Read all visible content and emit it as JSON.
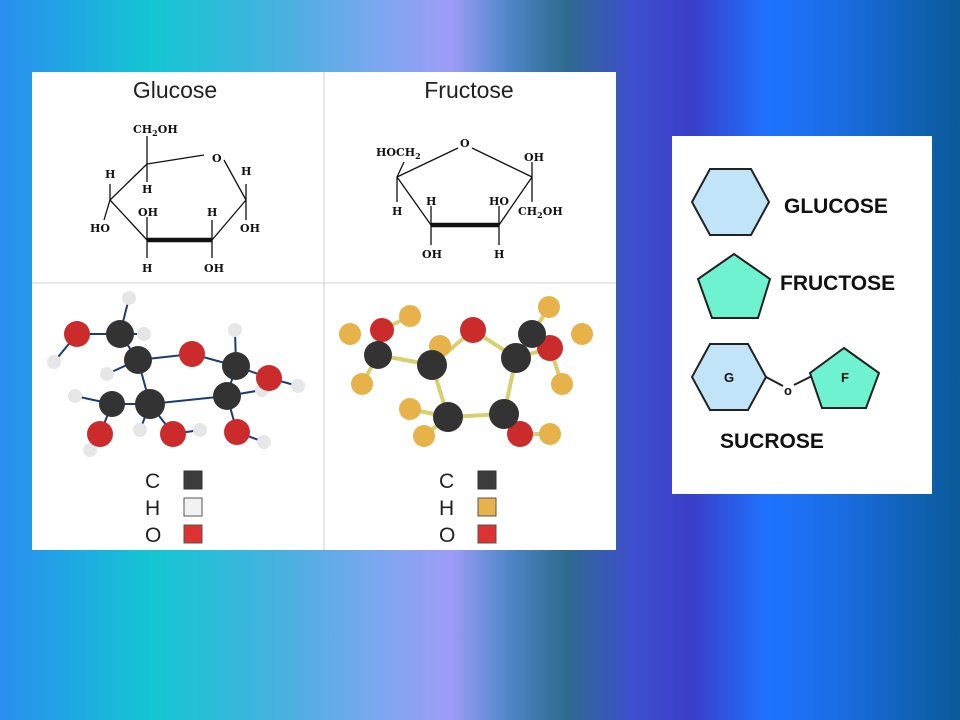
{
  "left_panel": {
    "glucose_title": "Glucose",
    "fructose_title": "Fructose",
    "glucose_structure": {
      "ch2oh": "CH",
      "ch2oh_sub": "2",
      "ch2oh_tail": "OH",
      "ring_o": "O",
      "labels": [
        "H",
        "H",
        "H",
        "HO",
        "OH",
        "H",
        "OH",
        "H",
        "OH"
      ]
    },
    "fructose_structure": {
      "hoch2": "HOCH",
      "hoch2_sub": "2",
      "ring_o": "O",
      "oh_top": "OH",
      "h1": "H",
      "h2": "H",
      "ho": "HO",
      "ch2oh": "CH",
      "ch2oh_sub": "2",
      "ch2oh_tail": "OH",
      "oh1": "OH",
      "h3": "H"
    },
    "legend_glucose": [
      {
        "symbol": "C",
        "color": "#3c3c3c"
      },
      {
        "symbol": "H",
        "color": "#f2f2f2"
      },
      {
        "symbol": "O",
        "color": "#dd3333"
      }
    ],
    "legend_fructose": [
      {
        "symbol": "C",
        "color": "#3c3c3c"
      },
      {
        "symbol": "H",
        "color": "#e8b24a"
      },
      {
        "symbol": "O",
        "color": "#dd3333"
      }
    ]
  },
  "right_panel": {
    "glucose_label": "GLUCOSE",
    "fructose_label": "FRUCTOSE",
    "sucrose_label": "SUCROSE",
    "g_letter": "G",
    "f_letter": "F",
    "link_letter": "o",
    "glucose_color": "#c2e4f8",
    "fructose_color": "#6ef2d0"
  }
}
